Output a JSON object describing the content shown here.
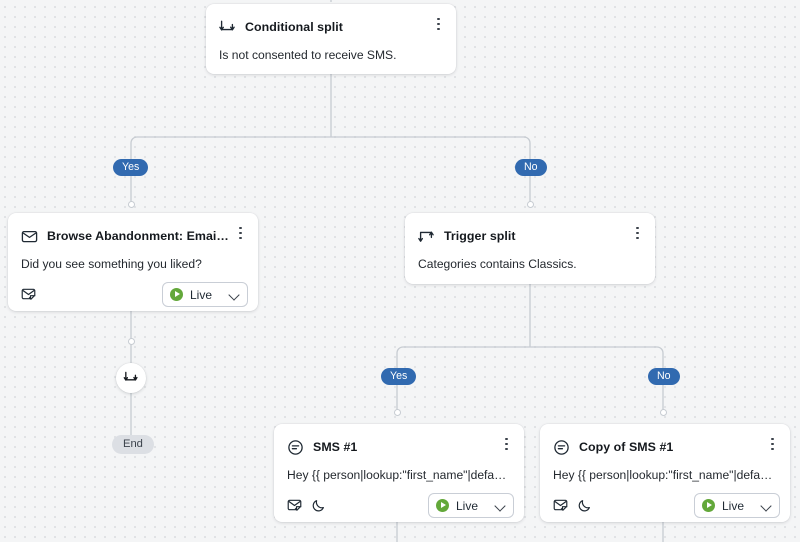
{
  "canvas": {
    "background_color": "#f4f5f6",
    "grid": "dot-grid"
  },
  "colors": {
    "branch_pill_bg": "#316ab0",
    "branch_pill_text": "#ffffff",
    "end_pill_bg": "#dcdfe4",
    "end_pill_text": "#3b424b",
    "live_status_dot": "#63a83a",
    "card_bg": "#ffffff",
    "connector_line": "#c7ccd2"
  },
  "nodes": {
    "conditional_split": {
      "icon": "split-icon",
      "title": "Conditional split",
      "description": "Is not consented to receive SMS.",
      "menu_icon": "kebab-menu-icon"
    },
    "browse_abandonment_email": {
      "icon": "envelope-icon",
      "title": "Browse Abandonment: Email...",
      "description": "Did you see something you liked?",
      "menu_icon": "kebab-menu-icon",
      "footer_icons": [
        "email-check-icon"
      ],
      "status": {
        "label": "Live",
        "chevron": "chevron-down-icon"
      }
    },
    "trigger_split": {
      "icon": "split-icon",
      "title": "Trigger split",
      "description": "Categories contains Classics.",
      "menu_icon": "kebab-menu-icon"
    },
    "sms_1": {
      "icon": "sms-bubble-icon",
      "title": "SMS #1",
      "description": "Hey {{ person|lookup:\"first_name\"|defaul...",
      "menu_icon": "kebab-menu-icon",
      "footer_icons": [
        "email-check-icon",
        "quiet-hours-moon-icon"
      ],
      "status": {
        "label": "Live",
        "chevron": "chevron-down-icon"
      }
    },
    "copy_of_sms_1": {
      "icon": "sms-bubble-icon",
      "title": "Copy of SMS #1",
      "description": "Hey {{ person|lookup:\"first_name\"|defaul...",
      "menu_icon": "kebab-menu-icon",
      "footer_icons": [
        "email-check-icon",
        "quiet-hours-moon-icon"
      ],
      "status": {
        "label": "Live",
        "chevron": "chevron-down-icon"
      }
    },
    "split_circle_node": {
      "icon": "split-icon"
    },
    "end_node": {
      "label": "End"
    }
  },
  "branch_labels": {
    "conditional_yes": "Yes",
    "conditional_no": "No",
    "trigger_yes": "Yes",
    "trigger_no": "No"
  }
}
